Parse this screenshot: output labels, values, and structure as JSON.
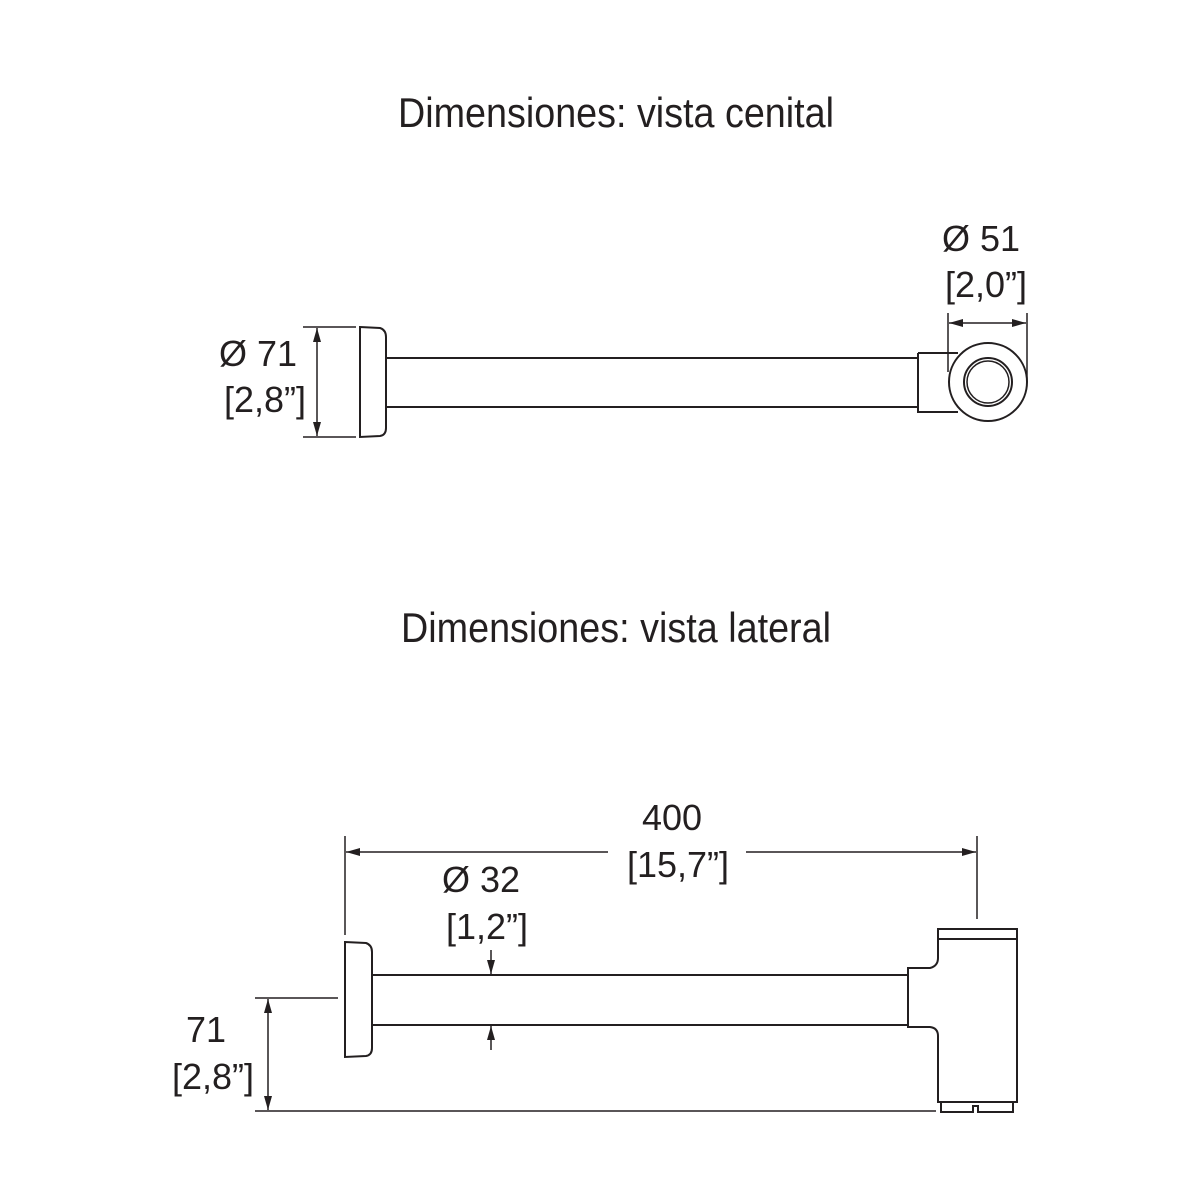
{
  "top_view": {
    "title": "Dimensiones: vista cenital",
    "flange_diameter": {
      "mm": "Ø 71",
      "in": "[2,8”]"
    },
    "outlet_diameter": {
      "mm": "Ø 51",
      "in": "[2,0”]"
    }
  },
  "side_view": {
    "title": "Dimensiones: vista lateral",
    "length": {
      "mm": "400",
      "in": "[15,7”]"
    },
    "pipe_diameter": {
      "mm": "Ø 32",
      "in": "[1,2”]"
    },
    "height": {
      "mm": "71",
      "in": "[2,8”]"
    }
  },
  "colors": {
    "line": "#231f20",
    "background": "#ffffff"
  }
}
